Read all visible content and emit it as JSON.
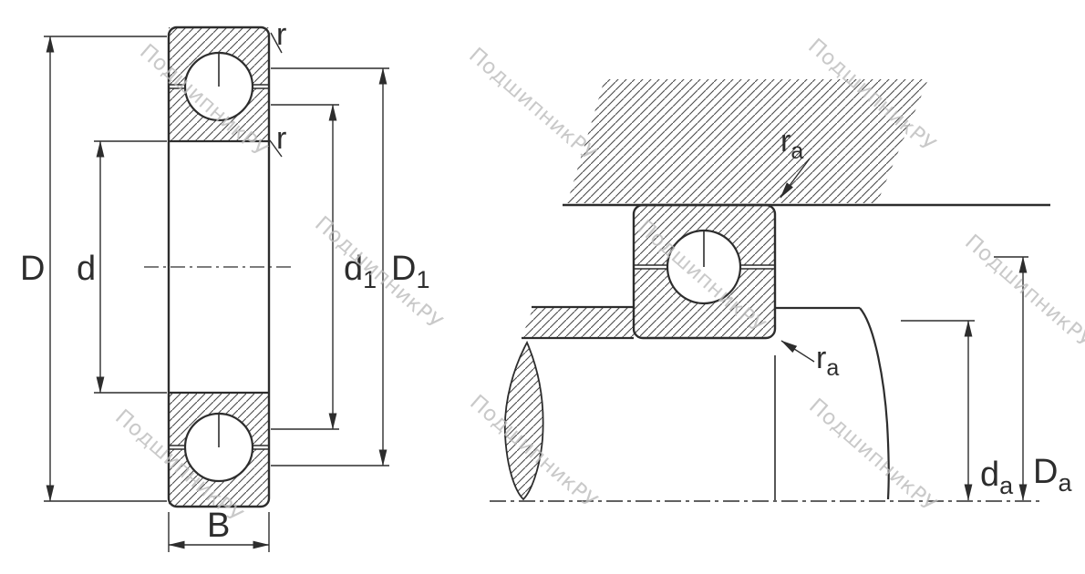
{
  "watermark": {
    "text": "ПодшипникРУ"
  },
  "labels": {
    "D": "D",
    "d": "d",
    "d1": {
      "base": "d",
      "sub": "1"
    },
    "D1": {
      "base": "D",
      "sub": "1"
    },
    "B": "B",
    "r_top": "r",
    "r_bottom": "r",
    "ra_top": {
      "base": "r",
      "sub": "a"
    },
    "ra_bottom": {
      "base": "r",
      "sub": "a"
    },
    "da": {
      "base": "d",
      "sub": "a"
    },
    "Da": {
      "base": "D",
      "sub": "a"
    }
  },
  "colors": {
    "line": "#2d2d2d",
    "hatch": "#4a4a4a",
    "watermark": "#bcbcbc",
    "background": "#ffffff"
  }
}
